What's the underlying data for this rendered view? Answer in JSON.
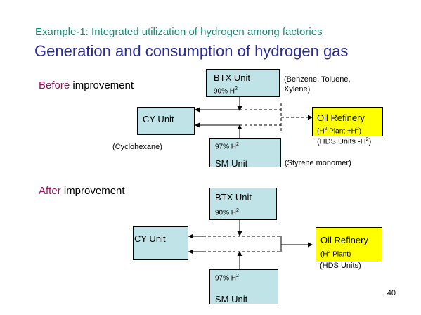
{
  "header": {
    "subtitle": "Example-1: Integrated utilization of hydrogen among factories",
    "title": "Generation and consumption of hydrogen gas"
  },
  "before": {
    "label_highlight": "Before",
    "label_rest": " improvement",
    "btx": {
      "name": "BTX Unit",
      "purity_prefix": "90% H",
      "purity_sup": "2"
    },
    "btx_note": "(Benzene, Toluene,\nXylene)",
    "cy": {
      "name": "CY Unit"
    },
    "cy_note": "(Cyclohexane)",
    "sm": {
      "purity_prefix": "97% H",
      "purity_sup": "2",
      "name": "SM Unit"
    },
    "sm_note": "(Styrene monomer)",
    "refinery": {
      "name": "Oil Refinery",
      "line1_a": "(H",
      "line1_sup": "2",
      "line1_b": " Plant    +H",
      "line1_sup2": "2",
      "line1_c": ")"
    },
    "refinery_note_a": "(HDS Units  -H",
    "refinery_note_sup": "2",
    "refinery_note_b": ")"
  },
  "after": {
    "label_highlight": "After",
    "label_rest": " improvement",
    "btx": {
      "name": "BTX Unit",
      "purity_prefix": "90% H",
      "purity_sup": "2"
    },
    "cy": {
      "name": "CY Unit"
    },
    "sm": {
      "purity_prefix": "97% H",
      "purity_sup": "2",
      "name": "SM Unit"
    },
    "refinery": {
      "name": "Oil Refinery",
      "line1_a": "(H",
      "line1_sup": "2",
      "line1_b": " Plant)"
    },
    "refinery_note": "(HDS Units)"
  },
  "page_number": "40"
}
